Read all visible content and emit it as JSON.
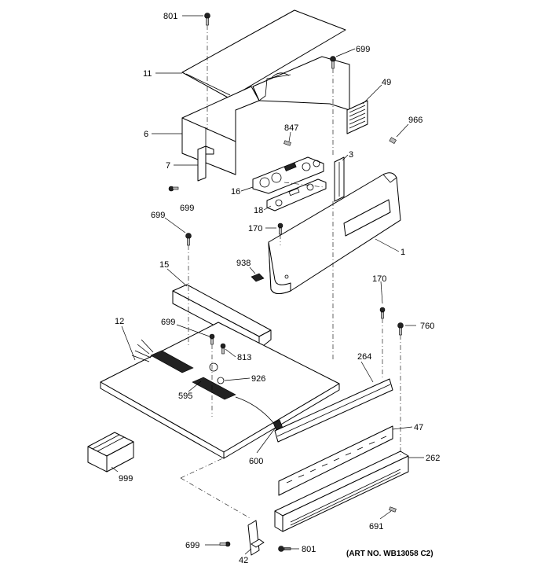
{
  "labels": {
    "p801_top": "801",
    "p11": "11",
    "p699_top": "699",
    "p49": "49",
    "p966": "966",
    "p6": "6",
    "p847": "847",
    "p3": "3",
    "p7": "7",
    "p16": "16",
    "p699_left": "699",
    "p18": "18",
    "p699_mid": "699",
    "p170_a": "170",
    "p1": "1",
    "p15": "15",
    "p938": "938",
    "p170_b": "170",
    "p12": "12",
    "p699_lower": "699",
    "p760": "760",
    "p813": "813",
    "p264": "264",
    "p926": "926",
    "p595": "595",
    "p47": "47",
    "p600": "600",
    "p262": "262",
    "p999": "999",
    "p691": "691",
    "p699_bottom": "699",
    "p801_bottom": "801",
    "p42": "42"
  },
  "art_number": "(ART NO. WB13058 C2)"
}
